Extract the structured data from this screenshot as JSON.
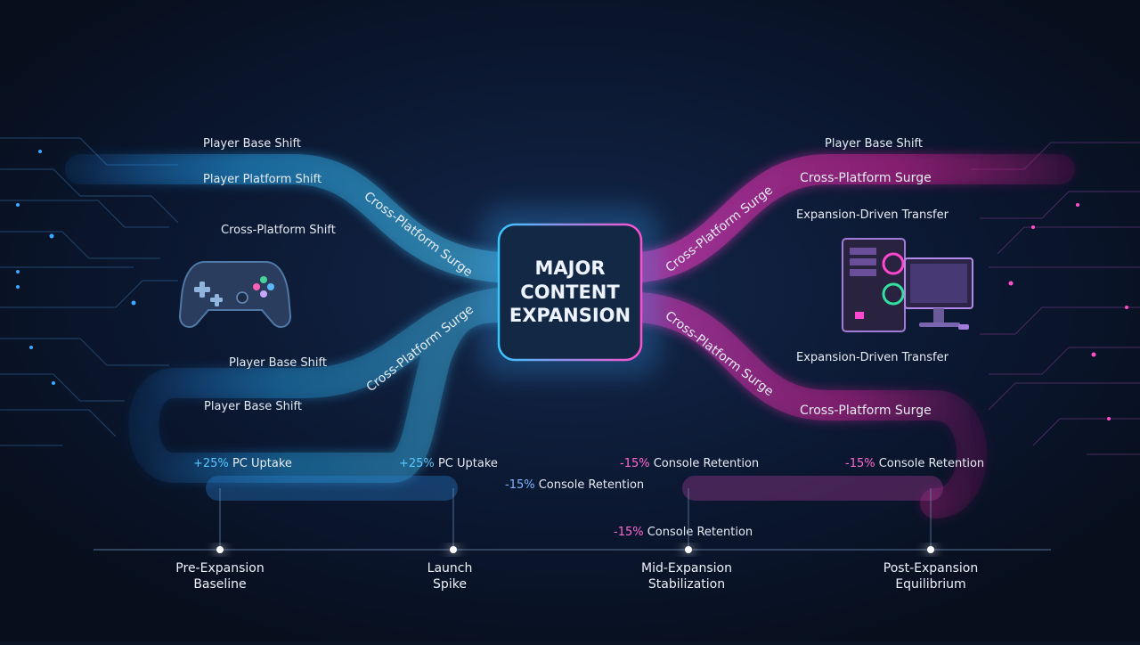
{
  "center_title": [
    "MAJOR",
    "CONTENT",
    "EXPANSION"
  ],
  "left_labels": {
    "player_base_shift_top": "Player Base Shift",
    "player_platform_shift": "Player Platform Shift",
    "cross_platform_shift": "Cross-Platform Shift",
    "player_base_shift_mid": "Player Base Shift",
    "player_base_shift_loop": "Player Base Shift",
    "surge_upper": "Cross-Platform Surge",
    "surge_lower": "Cross-Platform Surge"
  },
  "right_labels": {
    "player_base_shift_top": "Player Base Shift",
    "surge_top": "Cross-Platform Surge",
    "transfer_upper": "Expansion-Driven Transfer",
    "transfer_lower": "Expansion-Driven Transfer",
    "surge_bottom": "Cross-Platform Surge",
    "surge_diag_upper": "Cross-Platform Surge",
    "surge_diag_lower": "Cross-Platform Surge"
  },
  "metrics": {
    "pc_uptake_1_value": "+25%",
    "pc_uptake_1_text": "PC Uptake",
    "pc_uptake_2_value": "+25%",
    "pc_uptake_2_text": "PC Uptake",
    "console_retention_center_value": "-15%",
    "console_retention_center_text": "Console Retention",
    "console_retention_upper_value": "-15%",
    "console_retention_upper_text": "Console Retention",
    "console_retention_right_value": "-15%",
    "console_retention_right_text": "Console Retention",
    "console_retention_bottom_value": "-15%",
    "console_retention_bottom_text": "Console Retention"
  },
  "timeline": [
    [
      "Pre-Expansion",
      "Baseline"
    ],
    [
      "Launch",
      "Spike"
    ],
    [
      "Mid-Expansion",
      "Stabilization"
    ],
    [
      "Post-Expansion",
      "Equilibrium"
    ]
  ],
  "colors": {
    "background": "#0a1424",
    "cyan": "#2ab8ff",
    "magenta": "#ff2fb5",
    "purple": "#a55cff",
    "label": "#e6ecf5",
    "metric_cyan": "#59c8ff",
    "metric_magenta": "#ff6ad0"
  },
  "icons": {
    "left": "gamepad-icon",
    "right": "desktop-pc-icon"
  }
}
